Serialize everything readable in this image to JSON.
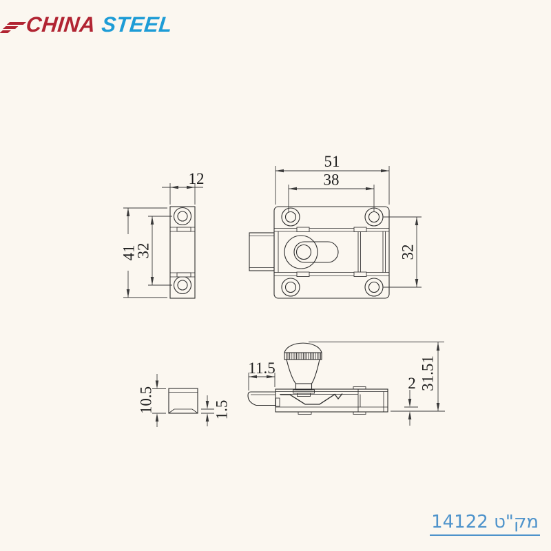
{
  "brand": {
    "word_primary": "CHINA",
    "word_secondary": "STEEL",
    "primary_color": "#B12432",
    "secondary_color": "#1D9CD6"
  },
  "drawing": {
    "line_color": "#2D2D2D",
    "dims": {
      "plate_width": "51",
      "hole_spacing_h": "38",
      "plate_hole_spacing_v": "32",
      "bracket_width": "12",
      "bracket_height": "41",
      "bracket_hole_spacing": "32",
      "bolt_throw": "11.5",
      "profile_height": "10.5",
      "profile_lip": "1.5",
      "base_gap": "2",
      "overall_height": "31.51"
    }
  },
  "footer": {
    "catalog_label": "מק\"ט",
    "catalog_number": "14122",
    "link_color": "#4E93CB"
  }
}
